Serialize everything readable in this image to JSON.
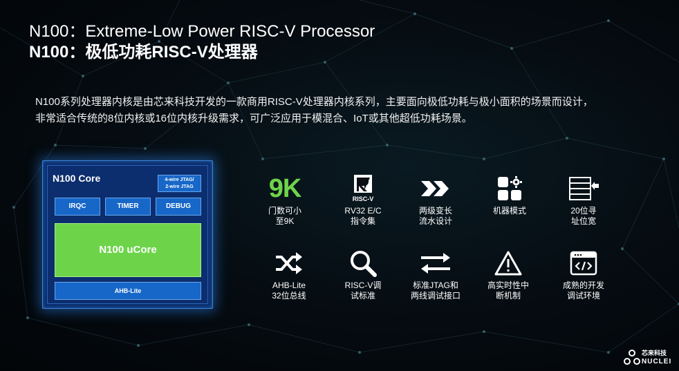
{
  "header": {
    "title_en": "N100：Extreme-Low Power RISC-V Processor",
    "title_cn": "N100：极低功耗RISC-V处理器"
  },
  "description": {
    "line1": "N100系列处理器内核是由芯来科技开发的一款商用RISC-V处理器内核系列，主要面向极低功耗与极小面积的场景而设计，",
    "line2": "非常适合传统的8位内核或16位内核升级需求，可广泛应用于模混合、IoT或其他超低功耗场景。"
  },
  "core_diagram": {
    "title": "N100 Core",
    "jtag_line1": "4-wire JTAG/",
    "jtag_line2": "2-wire JTAG",
    "irqc": "IRQC",
    "timer": "TIMER",
    "debug": "DEBUG",
    "ucore": "N100 uCore",
    "bus": "AHB-Lite"
  },
  "features": {
    "gates_value": "9K",
    "gates_label": "门数可小\n至9K",
    "isa_logo_text": "RISC-V",
    "isa_label": "RV32 E/C\n指令集",
    "pipeline_label": "两级变长\n流水设计",
    "mode_label": "机器模式",
    "addr_label": "20位寻\n址位宽",
    "bus_label": "AHB-Lite\n32位总线",
    "debug_std_label": "RISC-V调\n试标准",
    "jtag_label": "标准JTAG和\n两线调试接口",
    "realtime_label": "高实时性中\n断机制",
    "devenv_label": "成熟的开发\n调试环境"
  },
  "brand": {
    "name_cn": "芯来科技",
    "name_en": "NUCLEI"
  },
  "colors": {
    "accent_green": "#6dd44a",
    "core_blue": "#0c2e6e",
    "block_blue": "#1767c8"
  }
}
